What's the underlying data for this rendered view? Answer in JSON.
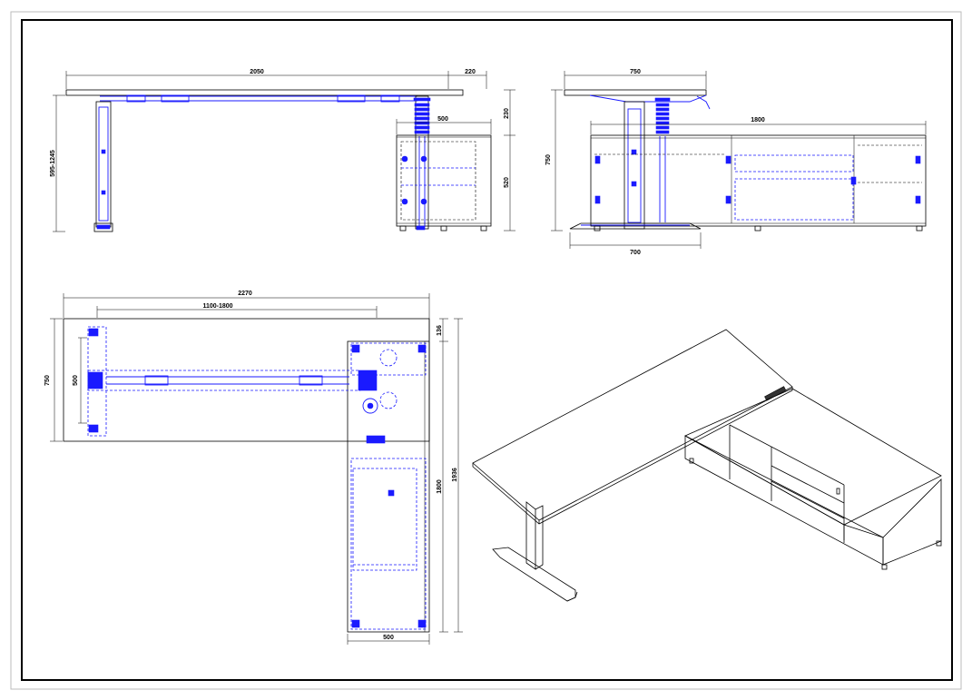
{
  "colors": {
    "line": "#000000",
    "hidden": "#1a1aff",
    "background": "#ffffff"
  },
  "front_view": {
    "width_total": "2050",
    "extension": "220",
    "height_range": "595-1245",
    "cabinet_depth": "500",
    "top_gap": "230",
    "cabinet_height": "520"
  },
  "side_view": {
    "top_depth": "750",
    "total_height": "750",
    "cabinet_length": "1800",
    "foot_length": "700"
  },
  "plan_view": {
    "overall_width": "2270",
    "adjust_range": "1100-1800",
    "desk_depth": "750",
    "frame_depth": "500",
    "offset": "136",
    "return_length": "1800",
    "return_total": "1936",
    "return_depth": "500"
  }
}
